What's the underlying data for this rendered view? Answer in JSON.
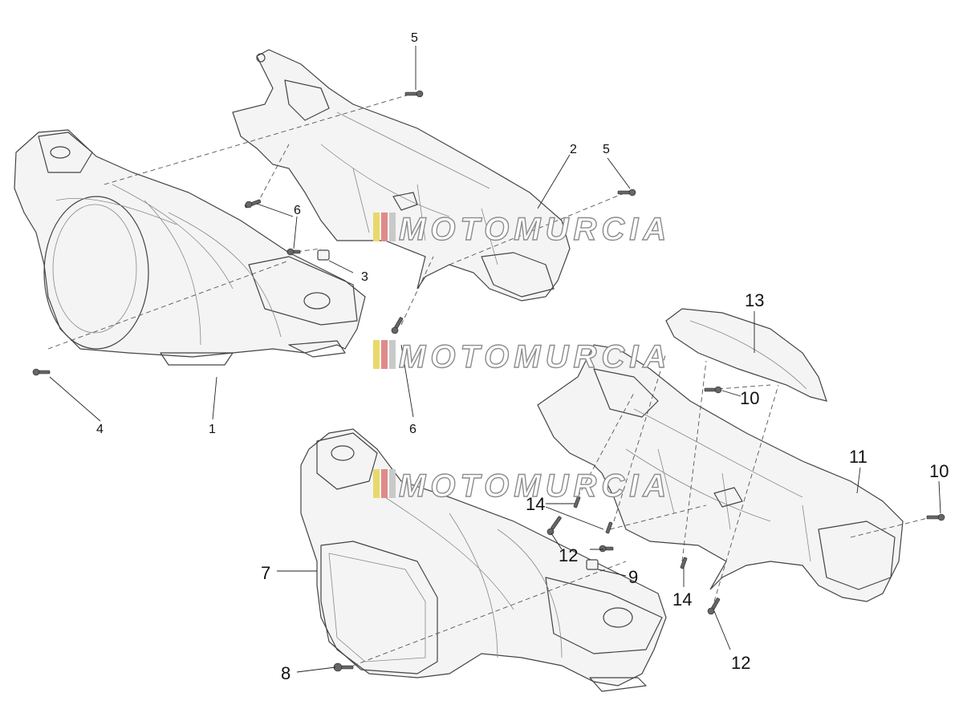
{
  "diagram": {
    "watermark": "MOTOMURCIA",
    "callouts": [
      "1",
      "2",
      "3",
      "4",
      "5",
      "5",
      "6",
      "6",
      "7",
      "8",
      "9",
      "10",
      "10",
      "11",
      "12",
      "12",
      "13",
      "14",
      "14"
    ],
    "stripe_colors": [
      "#e8d96a",
      "#e08a8a",
      "#c9c9c9"
    ]
  }
}
